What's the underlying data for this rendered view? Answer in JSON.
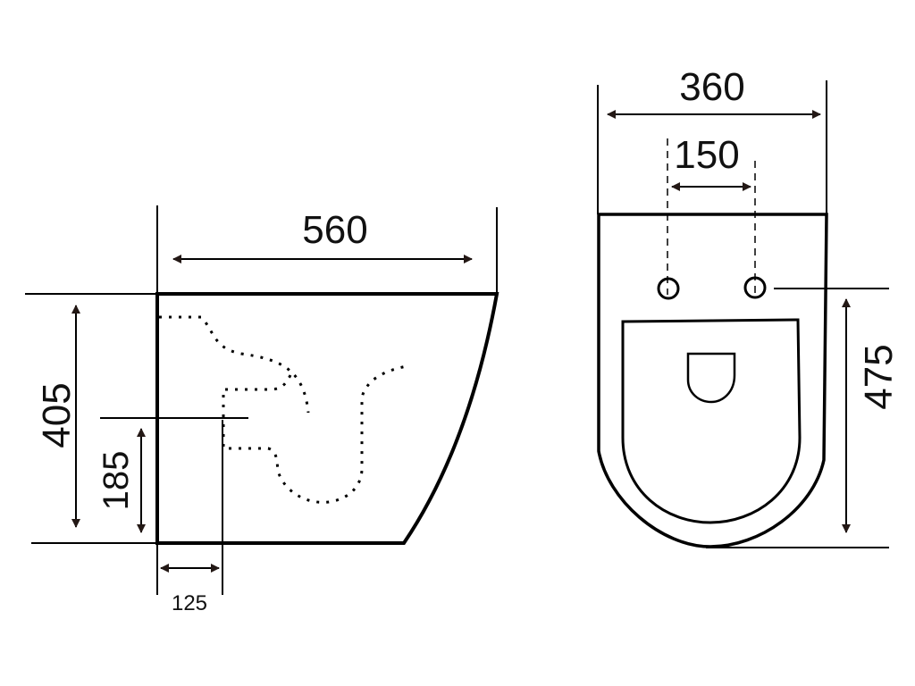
{
  "title": "Wall-hung toilet dimension drawing",
  "side_view": {
    "width_label": "560",
    "height_label": "405",
    "outlet_height_label": "185",
    "outlet_offset_label": "125"
  },
  "front_view": {
    "width_label": "360",
    "bolt_spacing_label": "150",
    "bolt_height_label": "475"
  }
}
